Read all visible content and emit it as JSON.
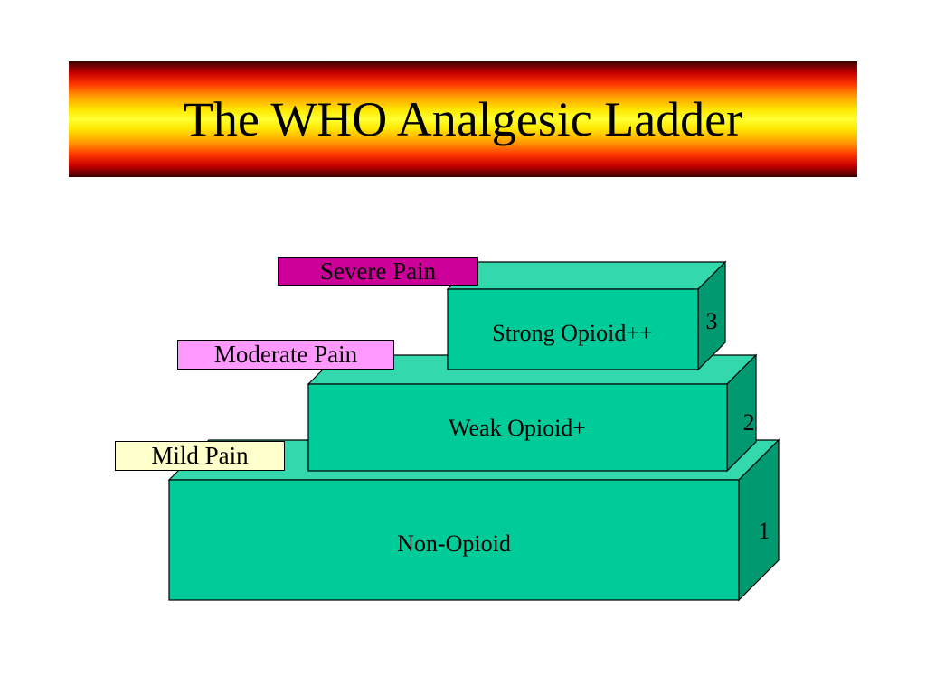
{
  "title": "The WHO Analgesic Ladder",
  "colors": {
    "step_front": "#00cc99",
    "step_top": "#33d9ad",
    "step_side": "#009970",
    "severe_pain": "#cc0099",
    "moderate_pain": "#ff99ff",
    "mild_pain": "#ffffcc"
  },
  "ladder": {
    "steps": [
      {
        "level": "1",
        "treatment": "Non-Opioid",
        "pain": "Mild Pain"
      },
      {
        "level": "2",
        "treatment": "Weak Opioid+",
        "pain": "Moderate Pain"
      },
      {
        "level": "3",
        "treatment": "Strong Opioid++",
        "pain": "Severe Pain"
      }
    ]
  }
}
